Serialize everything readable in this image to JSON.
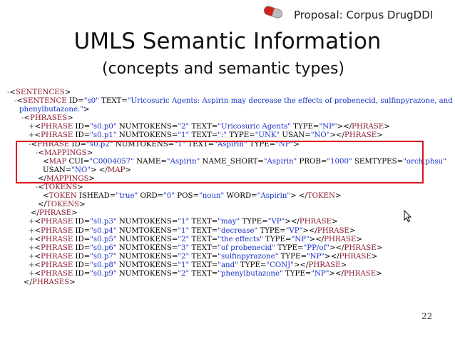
{
  "slide": {
    "header_label": "Proposal: Corpus DrugDDI",
    "title": "UMLS Semantic Information",
    "subtitle": "(concepts and semantic types)",
    "page_number": "22",
    "highlight_color": "#e0141c",
    "logo": "pill-capsule-icon"
  },
  "xml": [
    {
      "indent": 0,
      "marker": "-",
      "parts": [
        [
          "t",
          "<"
        ],
        [
          "tg",
          "SENTENCES"
        ],
        [
          "t",
          ">"
        ]
      ]
    },
    {
      "indent": 1,
      "marker": "-",
      "parts": [
        [
          "t",
          "<"
        ],
        [
          "tg",
          "SENTENCE"
        ],
        [
          "at",
          " ID="
        ],
        [
          "vl",
          "\"s0\""
        ],
        [
          "at",
          " TEXT="
        ],
        [
          "vl",
          "\"Uricosuric Agents: Aspirin may decrease the effects of probenecid, sulfinpyrazone, and"
        ]
      ]
    },
    {
      "indent": 1.7,
      "marker": "",
      "parts": [
        [
          "vl",
          "phenylbutazone.\""
        ],
        [
          "t",
          ">"
        ]
      ]
    },
    {
      "indent": 2,
      "marker": "-",
      "parts": [
        [
          "t",
          "<"
        ],
        [
          "tg",
          "PHRASES"
        ],
        [
          "t",
          ">"
        ]
      ]
    },
    {
      "indent": 3,
      "marker": "+",
      "parts": [
        [
          "t",
          "<"
        ],
        [
          "tg",
          "PHRASE"
        ],
        [
          "at",
          " ID="
        ],
        [
          "vl",
          "\"s0.p0\""
        ],
        [
          "at",
          " NUMTOKENS="
        ],
        [
          "vl",
          "\"2\""
        ],
        [
          "at",
          " TEXT="
        ],
        [
          "vl",
          "\"Uricosuric Agents\""
        ],
        [
          "at",
          " TYPE="
        ],
        [
          "vl",
          "\"NP\""
        ],
        [
          "t",
          ">"
        ],
        [
          "t",
          "</"
        ],
        [
          "tg",
          "PHRASE"
        ],
        [
          "t",
          ">"
        ]
      ]
    },
    {
      "indent": 3,
      "marker": "+",
      "parts": [
        [
          "t",
          "<"
        ],
        [
          "tg",
          "PHRASE"
        ],
        [
          "at",
          " ID="
        ],
        [
          "vl",
          "\"s0.p1\""
        ],
        [
          "at",
          " NUMTOKENS="
        ],
        [
          "vl",
          "\"1\""
        ],
        [
          "at",
          " TEXT="
        ],
        [
          "vl",
          "\":\""
        ],
        [
          "at",
          " TYPE="
        ],
        [
          "vl",
          "\"UNK\""
        ],
        [
          "at",
          " USAN="
        ],
        [
          "vl",
          "\"NO\""
        ],
        [
          "t",
          ">"
        ],
        [
          "t",
          "</"
        ],
        [
          "tg",
          "PHRASE"
        ],
        [
          "t",
          ">"
        ]
      ]
    },
    {
      "indent": 3,
      "marker": "-",
      "parts": [
        [
          "t",
          "<"
        ],
        [
          "tg",
          "PHRASE"
        ],
        [
          "at",
          " ID="
        ],
        [
          "vl",
          "\"s0.p2\""
        ],
        [
          "at",
          " NUMTOKENS="
        ],
        [
          "vl",
          "\"1\""
        ],
        [
          "at",
          " TEXT="
        ],
        [
          "vl",
          "\"Aspirin\""
        ],
        [
          "at",
          " TYPE="
        ],
        [
          "vl",
          "\"NP\""
        ],
        [
          "t",
          ">"
        ]
      ]
    },
    {
      "indent": 4,
      "marker": "-",
      "parts": [
        [
          "t",
          "<"
        ],
        [
          "tg",
          "MAPPINGS"
        ],
        [
          "t",
          ">"
        ]
      ]
    },
    {
      "indent": 5,
      "marker": "",
      "parts": [
        [
          "t",
          "<"
        ],
        [
          "tg",
          "MAP"
        ],
        [
          "at",
          " CUI="
        ],
        [
          "vl",
          "\"C0004057\""
        ],
        [
          "at",
          " NAME="
        ],
        [
          "vl",
          "\"Aspirin\""
        ],
        [
          "at",
          " NAME_SHORT="
        ],
        [
          "vl",
          "\"Aspirin\""
        ],
        [
          "at",
          " PROB="
        ],
        [
          "vl",
          "\"1000\""
        ],
        [
          "at",
          " SEMTYPES="
        ],
        [
          "vl",
          "\"orch,phsu\""
        ]
      ]
    },
    {
      "indent": 5,
      "marker": "",
      "parts": [
        [
          "at",
          "USAN="
        ],
        [
          "vl",
          "\"NO\""
        ],
        [
          "t",
          "> </"
        ],
        [
          "tg",
          "MAP"
        ],
        [
          "t",
          ">"
        ]
      ]
    },
    {
      "indent": 4.3,
      "marker": "",
      "parts": [
        [
          "t",
          "</"
        ],
        [
          "tg",
          "MAPPINGS"
        ],
        [
          "t",
          ">"
        ]
      ]
    },
    {
      "indent": 4,
      "marker": "-",
      "parts": [
        [
          "t",
          "<"
        ],
        [
          "tg",
          "TOKENS"
        ],
        [
          "t",
          ">"
        ]
      ]
    },
    {
      "indent": 5,
      "marker": "",
      "parts": [
        [
          "t",
          "<"
        ],
        [
          "tg",
          "TOKEN"
        ],
        [
          "at",
          " ISHEAD="
        ],
        [
          "vl",
          "\"true\""
        ],
        [
          "at",
          " ORD="
        ],
        [
          "vl",
          "\"0\""
        ],
        [
          "at",
          " POS="
        ],
        [
          "vl",
          "\"noun\""
        ],
        [
          "at",
          " WORD="
        ],
        [
          "vl",
          "\"Aspirin\""
        ],
        [
          "t",
          "> </"
        ],
        [
          "tg",
          "TOKEN"
        ],
        [
          "t",
          ">"
        ]
      ]
    },
    {
      "indent": 4.3,
      "marker": "",
      "parts": [
        [
          "t",
          "</"
        ],
        [
          "tg",
          "TOKENS"
        ],
        [
          "t",
          ">"
        ]
      ]
    },
    {
      "indent": 3.3,
      "marker": "",
      "parts": [
        [
          "t",
          "</"
        ],
        [
          "tg",
          "PHRASE"
        ],
        [
          "t",
          ">"
        ]
      ]
    },
    {
      "indent": 3,
      "marker": "+",
      "parts": [
        [
          "t",
          "<"
        ],
        [
          "tg",
          "PHRASE"
        ],
        [
          "at",
          " ID="
        ],
        [
          "vl",
          "\"s0.p3\""
        ],
        [
          "at",
          " NUMTOKENS="
        ],
        [
          "vl",
          "\"1\""
        ],
        [
          "at",
          " TEXT="
        ],
        [
          "vl",
          "\"may\""
        ],
        [
          "at",
          " TYPE="
        ],
        [
          "vl",
          "\"VP\""
        ],
        [
          "t",
          "></"
        ],
        [
          "tg",
          "PHRASE"
        ],
        [
          "t",
          ">"
        ]
      ]
    },
    {
      "indent": 3,
      "marker": "+",
      "parts": [
        [
          "t",
          "<"
        ],
        [
          "tg",
          "PHRASE"
        ],
        [
          "at",
          " ID="
        ],
        [
          "vl",
          "\"s0.p4\""
        ],
        [
          "at",
          " NUMTOKENS="
        ],
        [
          "vl",
          "\"1\""
        ],
        [
          "at",
          " TEXT="
        ],
        [
          "vl",
          "\"decrease\""
        ],
        [
          "at",
          " TYPE="
        ],
        [
          "vl",
          "\"VP\""
        ],
        [
          "t",
          "></"
        ],
        [
          "tg",
          "PHRASE"
        ],
        [
          "t",
          ">"
        ]
      ]
    },
    {
      "indent": 3,
      "marker": "+",
      "parts": [
        [
          "t",
          "<"
        ],
        [
          "tg",
          "PHRASE"
        ],
        [
          "at",
          " ID="
        ],
        [
          "vl",
          "\"s0.p5\""
        ],
        [
          "at",
          " NUMTOKENS="
        ],
        [
          "vl",
          "\"2\""
        ],
        [
          "at",
          " TEXT="
        ],
        [
          "vl",
          "\"the effects\""
        ],
        [
          "at",
          " TYPE="
        ],
        [
          "vl",
          "\"NP\""
        ],
        [
          "t",
          "></"
        ],
        [
          "tg",
          "PHRASE"
        ],
        [
          "t",
          ">"
        ]
      ]
    },
    {
      "indent": 3,
      "marker": "+",
      "parts": [
        [
          "t",
          "<"
        ],
        [
          "tg",
          "PHRASE"
        ],
        [
          "at",
          " ID="
        ],
        [
          "vl",
          "\"s0.p6\""
        ],
        [
          "at",
          " NUMTOKENS="
        ],
        [
          "vl",
          "\"3\""
        ],
        [
          "at",
          " TEXT="
        ],
        [
          "vl",
          "\"of probenecid\""
        ],
        [
          "at",
          " TYPE="
        ],
        [
          "vl",
          "\"PP/of\""
        ],
        [
          "t",
          "></"
        ],
        [
          "tg",
          "PHRASE"
        ],
        [
          "t",
          ">"
        ]
      ]
    },
    {
      "indent": 3,
      "marker": "+",
      "parts": [
        [
          "t",
          "<"
        ],
        [
          "tg",
          "PHRASE"
        ],
        [
          "at",
          " ID="
        ],
        [
          "vl",
          "\"s0.p7\""
        ],
        [
          "at",
          " NUMTOKENS="
        ],
        [
          "vl",
          "\"2\""
        ],
        [
          "at",
          " TEXT="
        ],
        [
          "vl",
          "\"sulfinpyrazone\""
        ],
        [
          "at",
          " TYPE="
        ],
        [
          "vl",
          "\"NP\""
        ],
        [
          "t",
          "></"
        ],
        [
          "tg",
          "PHRASE"
        ],
        [
          "t",
          ">"
        ]
      ]
    },
    {
      "indent": 3,
      "marker": "+",
      "parts": [
        [
          "t",
          "<"
        ],
        [
          "tg",
          "PHRASE"
        ],
        [
          "at",
          " ID="
        ],
        [
          "vl",
          "\"s0.p8\""
        ],
        [
          "at",
          " NUMTOKENS="
        ],
        [
          "vl",
          "\"1\""
        ],
        [
          "at",
          " TEXT="
        ],
        [
          "vl",
          "\"and\""
        ],
        [
          "at",
          " TYPE="
        ],
        [
          "vl",
          "\"CONJ\""
        ],
        [
          "t",
          "></"
        ],
        [
          "tg",
          "PHRASE"
        ],
        [
          "t",
          ">"
        ]
      ]
    },
    {
      "indent": 3,
      "marker": "+",
      "parts": [
        [
          "t",
          "<"
        ],
        [
          "tg",
          "PHRASE"
        ],
        [
          "at",
          " ID="
        ],
        [
          "vl",
          "\"s0.p9\""
        ],
        [
          "at",
          " NUMTOKENS="
        ],
        [
          "vl",
          "\"2\""
        ],
        [
          "at",
          " TEXT="
        ],
        [
          "vl",
          "\"phenylbutazone\""
        ],
        [
          "at",
          " TYPE="
        ],
        [
          "vl",
          "\"NP\""
        ],
        [
          "t",
          "></"
        ],
        [
          "tg",
          "PHRASE"
        ],
        [
          "t",
          ">"
        ]
      ]
    },
    {
      "indent": 2.3,
      "marker": "",
      "parts": [
        [
          "t",
          "</"
        ],
        [
          "tg",
          "PHRASES"
        ],
        [
          "t",
          ">"
        ]
      ]
    }
  ]
}
